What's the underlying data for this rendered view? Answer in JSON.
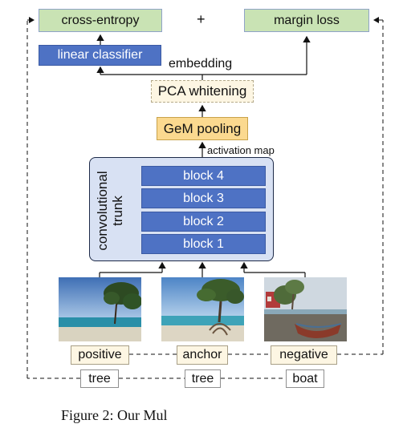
{
  "heads": {
    "cross_entropy": "cross-entropy",
    "plus": "+",
    "margin_loss": "margin loss",
    "linear_classifier": "linear classifier",
    "embedding": "embedding"
  },
  "pca_whitening": "PCA whitening",
  "gem_pooling": "GeM pooling",
  "activation_map": "activation map",
  "trunk": {
    "label": "convolutional\ntrunk",
    "blocks": [
      "block 4",
      "block 3",
      "block 2",
      "block 1"
    ]
  },
  "images": [
    {
      "role": "positive",
      "tag": "tree"
    },
    {
      "role": "anchor",
      "tag": "tree"
    },
    {
      "role": "negative",
      "tag": "boat"
    }
  ],
  "caption": "Figure 2:  Our Mul"
}
